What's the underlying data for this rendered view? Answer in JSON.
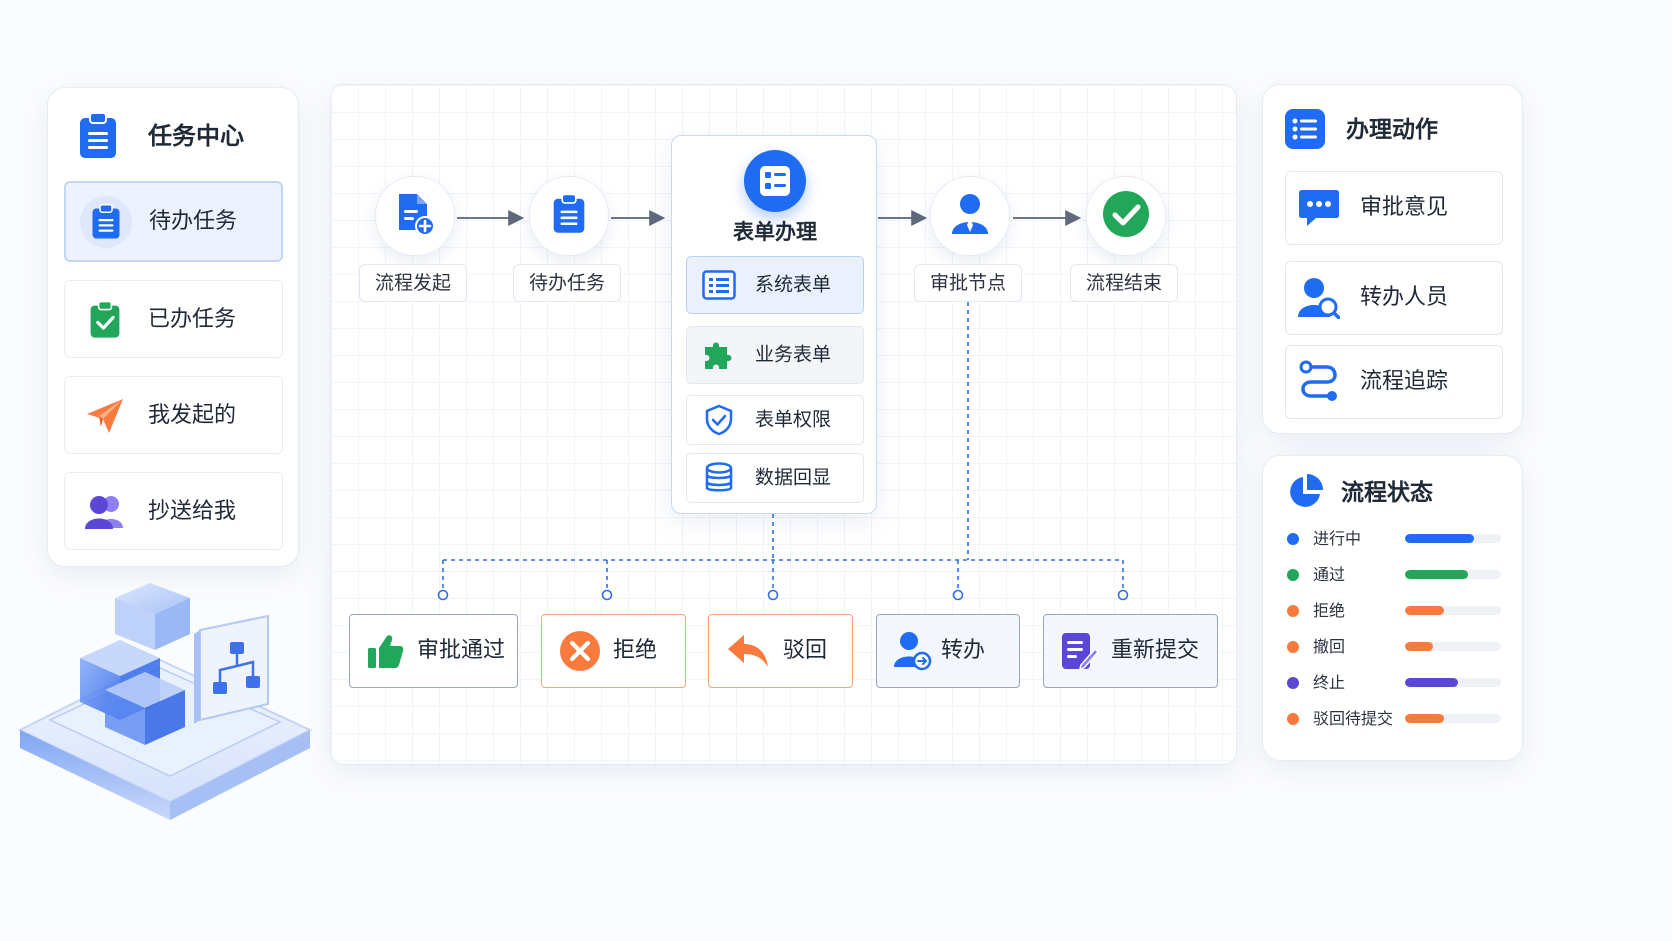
{
  "task_center": {
    "title": "任务中心",
    "items": [
      {
        "label": "待办任务",
        "icon": "clipboard-icon",
        "active": true
      },
      {
        "label": "已办任务",
        "icon": "clipboard-check-icon"
      },
      {
        "label": "我发起的",
        "icon": "paper-plane-icon"
      },
      {
        "label": "抄送给我",
        "icon": "users-icon"
      }
    ]
  },
  "flow": {
    "nodes": [
      {
        "label": "流程发起",
        "icon": "document-add-icon"
      },
      {
        "label": "待办任务",
        "icon": "clipboard-icon"
      },
      {
        "label": "审批节点",
        "icon": "user-icon"
      },
      {
        "label": "流程结束",
        "icon": "check-circle-icon"
      }
    ],
    "form": {
      "title": "表单办理",
      "icon": "form-list-icon",
      "items": [
        {
          "label": "系统表单",
          "icon": "list-icon"
        },
        {
          "label": "业务表单",
          "icon": "puzzle-icon"
        },
        {
          "label": "表单权限",
          "icon": "shield-check-icon"
        },
        {
          "label": "数据回显",
          "icon": "database-icon"
        }
      ]
    },
    "actions": [
      {
        "label": "审批通过",
        "icon": "thumbs-up-icon"
      },
      {
        "label": "拒绝",
        "icon": "close-circle-icon"
      },
      {
        "label": "驳回",
        "icon": "reply-arrow-icon"
      },
      {
        "label": "转办",
        "icon": "user-transfer-icon"
      },
      {
        "label": "重新提交",
        "icon": "edit-document-icon"
      }
    ]
  },
  "operations": {
    "title": "办理动作",
    "items": [
      {
        "label": "审批意见",
        "icon": "chat-bubble-icon"
      },
      {
        "label": "转办人员",
        "icon": "user-search-icon"
      },
      {
        "label": "流程追踪",
        "icon": "route-icon"
      }
    ]
  },
  "status": {
    "title": "流程状态",
    "rows": [
      {
        "label": "进行中",
        "color": "#1f6bf2",
        "level": 0.72
      },
      {
        "label": "通过",
        "color": "#22a65a",
        "level": 0.66
      },
      {
        "label": "拒绝",
        "color": "#f97a3d",
        "level": 0.41
      },
      {
        "label": "撤回",
        "color": "#f97a3d",
        "level": 0.29
      },
      {
        "label": "终止",
        "color": "#5b47d6",
        "level": 0.55
      },
      {
        "label": "驳回待提交",
        "color": "#f97a3d",
        "level": 0.41
      }
    ]
  },
  "colors": {
    "primary": "#1f6bf2",
    "green": "#22a65a",
    "orange": "#f97a3d",
    "purple": "#5b47d6"
  }
}
